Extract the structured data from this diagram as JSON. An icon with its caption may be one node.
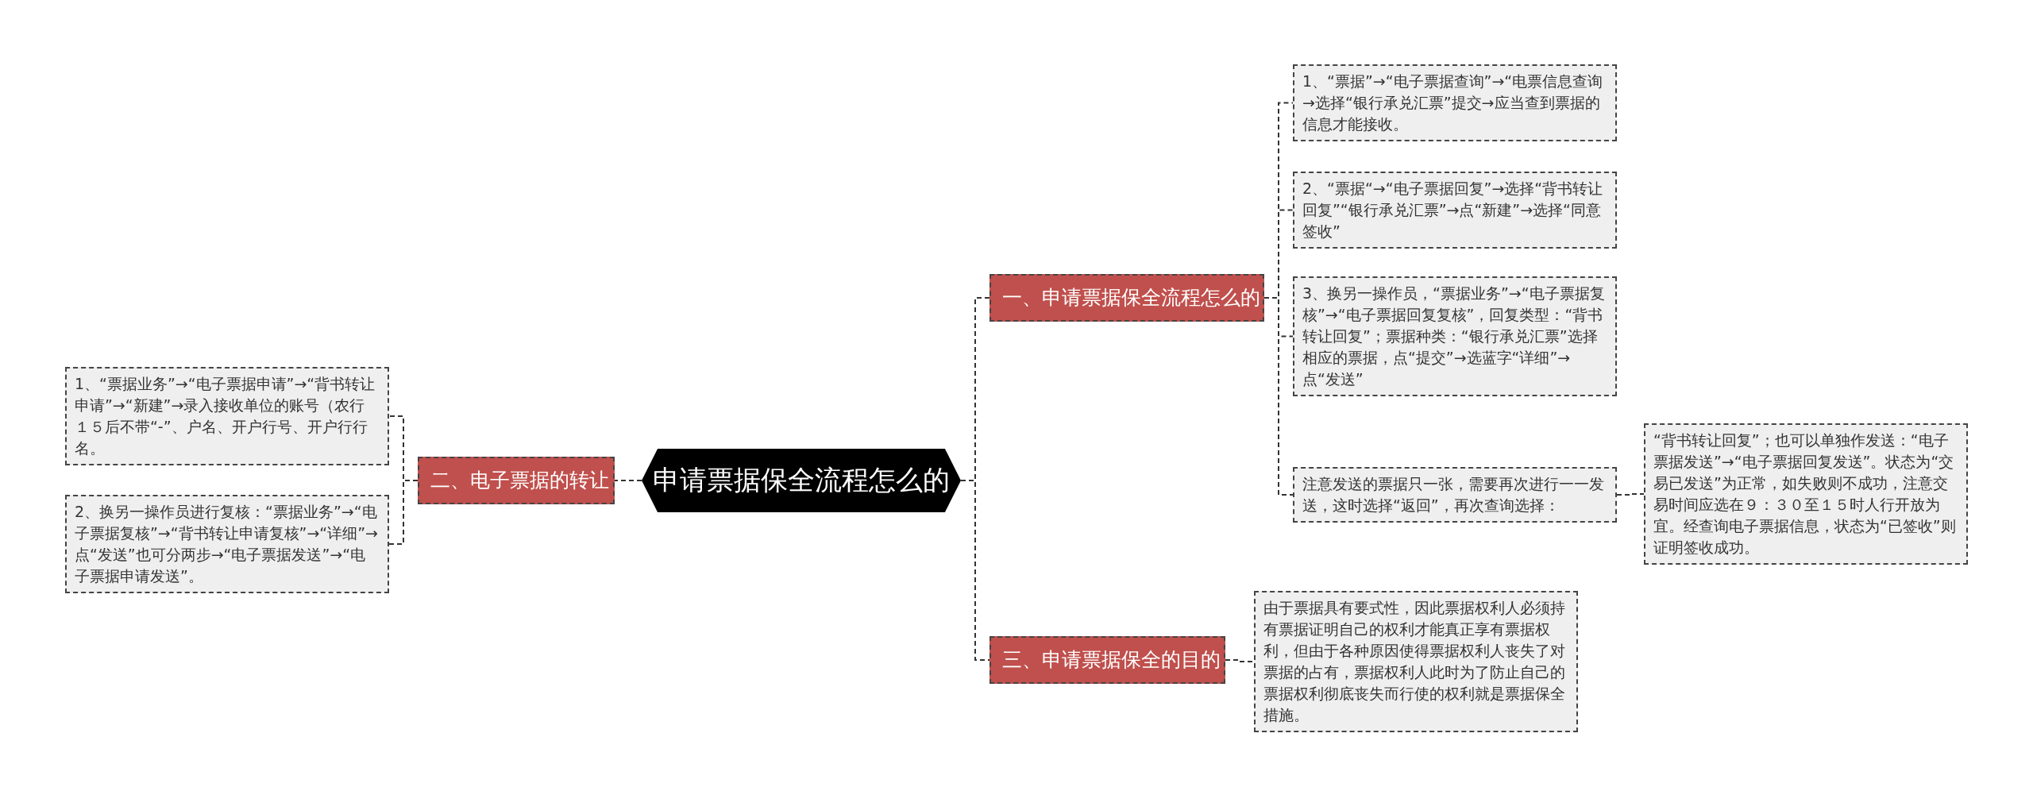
{
  "diagram": {
    "nodes": [
      {
        "text": [
          "申请票据保全流程怎么的"
        ]
      },
      {
        "text": [
          "二、电子票据的转让"
        ]
      },
      {
        "text": [
          "1、“票据业务”→“电子票据申请”→“背书转让申请”→“新建”→录入接收单位的账号（农行１５后不带“-”、户名、开户行号、开户行行名。"
        ]
      },
      {
        "text": [
          "2、换另一操作员进行复核：“票据业务”→“电子票据复核”→“背书转让申请复核”→“详细”→点“发送”也可分两步→“电子票据发送”→“电子票据申请发送”。"
        ]
      },
      {
        "text": [
          "一、申请票据保全流程怎么的"
        ]
      },
      {
        "text": [
          "1、“票据”→“电子票据查询”→“电票信息查询→选择“银行承兑汇票”提交→应当查到票据的信息才能接收。"
        ]
      },
      {
        "text": [
          "2、“票据“→“电子票据回复”→选择“背书转让回复”“银行承兑汇票”→点“新建”→选择“同意签收”"
        ]
      },
      {
        "text": [
          "3、换另一操作员，“票据业务”→“电子票据复核”→“电子票据回复复核”，回复类型：“背书转让回复”；票据种类：“银行承兑汇票”选择相应的票据，点“提交”→选蓝字“详细”→点“发送”"
        ]
      },
      {
        "text": [
          "注意发送的票据只一张，需要再次进行一一发送，这时选择“返回”，再次查询选择："
        ]
      },
      {
        "text": [
          "“背书转让回复”；也可以单独作发送：“电子票据发送”→“电子票据回复发送”。状态为“交易已发送”为正常，如失败则不成功，注意交易时间应选在９：３０至１５时人行开放为宜。经查询电子票据信息，状态为“已签收”则证明签收成功。"
        ]
      },
      {
        "text": [
          "三、申请票据保全的目的"
        ]
      },
      {
        "text": [
          "由于票据具有要式性，因此票据权利人必须持有票据证明自己的权利才能真正享有票据权利，但由于各种原因使得票据权利人丧失了对票据的占有，票据权利人此时为了防止自己的票据权利彻底丧失而行使的权利就是票据保全措施。"
        ]
      }
    ],
    "edges": [
      {
        "from": 0,
        "to": 1,
        "arrow": "none",
        "style": "dashed"
      },
      {
        "from": 1,
        "to": 2,
        "arrow": "none",
        "style": "dashed"
      },
      {
        "from": 1,
        "to": 3,
        "arrow": "none",
        "style": "dashed"
      },
      {
        "from": 0,
        "to": 4,
        "arrow": "none",
        "style": "dashed"
      },
      {
        "from": 4,
        "to": 5,
        "arrow": "none",
        "style": "dashed"
      },
      {
        "from": 4,
        "to": 6,
        "arrow": "none",
        "style": "dashed"
      },
      {
        "from": 4,
        "to": 7,
        "arrow": "none",
        "style": "dashed"
      },
      {
        "from": 4,
        "to": 8,
        "arrow": "none",
        "style": "dashed"
      },
      {
        "from": 8,
        "to": 9,
        "arrow": "none",
        "style": "dashed"
      },
      {
        "from": 0,
        "to": 10,
        "arrow": "none",
        "style": "dashed"
      },
      {
        "from": 10,
        "to": 11,
        "arrow": "none",
        "style": "dashed"
      }
    ]
  }
}
